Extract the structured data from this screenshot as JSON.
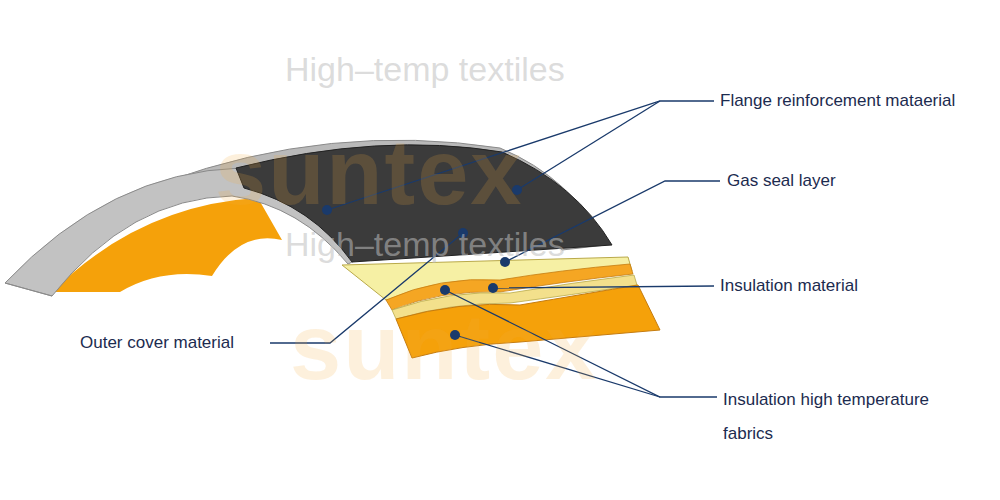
{
  "diagram": {
    "labels": [
      "High–temp textiles",
      "suntex",
      "High–temp textiles",
      "suntex",
      "Flange reinforcement mataerial",
      "Gas seal layer",
      "Insulation material",
      "Outer cover material",
      "Insulation high temperature fabrics"
    ]
  }
}
